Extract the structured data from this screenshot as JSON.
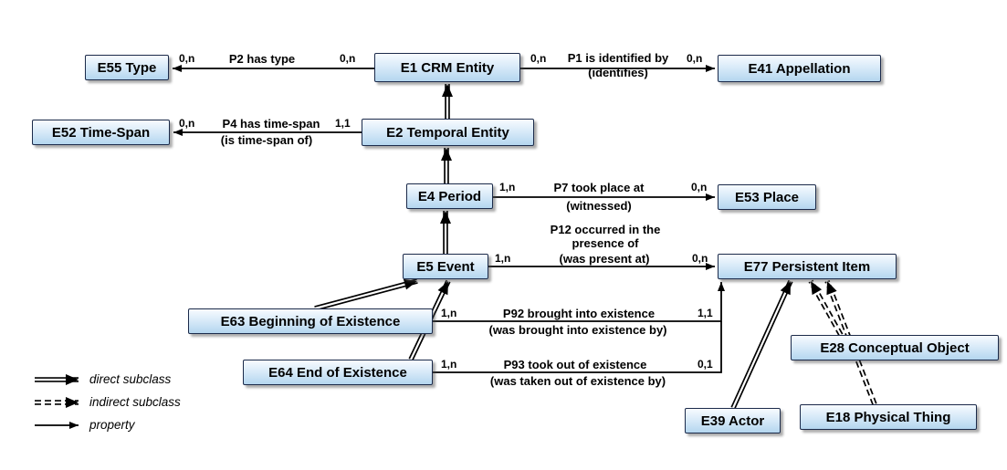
{
  "diagram": {
    "nodes": {
      "e1": {
        "label": "E1 CRM Entity"
      },
      "e2": {
        "label": "E2 Temporal Entity"
      },
      "e4": {
        "label": "E4 Period"
      },
      "e5": {
        "label": "E5 Event"
      },
      "e18": {
        "label": "E18 Physical Thing"
      },
      "e28": {
        "label": "E28 Conceptual Object"
      },
      "e39": {
        "label": "E39 Actor"
      },
      "e41": {
        "label": "E41 Appellation"
      },
      "e52": {
        "label": "E52 Time-Span"
      },
      "e53": {
        "label": "E53 Place"
      },
      "e55": {
        "label": "E55 Type"
      },
      "e63": {
        "label": "E63 Beginning of Existence"
      },
      "e64": {
        "label": "E64 End of Existence"
      },
      "e77": {
        "label": "E77 Persistent Item"
      }
    },
    "properties": {
      "p1": {
        "label": "P1 is identified by",
        "inverse": "(identifies)",
        "from": "E1 CRM Entity",
        "to": "E41 Appellation",
        "card_from": "0,n",
        "card_to": "0,n"
      },
      "p2": {
        "label": "P2 has type",
        "from": "E1 CRM Entity",
        "to": "E55 Type",
        "card_from": "0,n",
        "card_to": "0,n"
      },
      "p4": {
        "label": "P4 has time-span",
        "inverse": "(is time-span of)",
        "from": "E2 Temporal Entity",
        "to": "E52 Time-Span",
        "card_from": "1,1",
        "card_to": "0,n"
      },
      "p7": {
        "label": "P7 took place at",
        "inverse": "(witnessed)",
        "from": "E4 Period",
        "to": "E53 Place",
        "card_from": "1,n",
        "card_to": "0,n"
      },
      "p12": {
        "label": "P12 occurred in the presence of",
        "inverse": "(was present at)",
        "from": "E5 Event",
        "to": "E77 Persistent Item",
        "card_from": "1,n",
        "card_to": "0,n"
      },
      "p92": {
        "label": "P92 brought into existence",
        "inverse": "(was brought into existence by)",
        "from": "E63 Beginning of Existence",
        "to": "E77 Persistent Item",
        "card_from": "1,n",
        "card_to": "1,1"
      },
      "p93": {
        "label": "P93 took out of existence",
        "inverse": "(was taken out of existence by)",
        "from": "E64 End of Existence",
        "to": "E77 Persistent Item",
        "card_from": "1,n",
        "card_to": "0,1"
      }
    },
    "subclass_edges": [
      {
        "type": "direct",
        "from": "E2 Temporal Entity",
        "to": "E1 CRM Entity"
      },
      {
        "type": "direct",
        "from": "E4 Period",
        "to": "E2 Temporal Entity"
      },
      {
        "type": "direct",
        "from": "E5 Event",
        "to": "E4 Period"
      },
      {
        "type": "direct",
        "from": "E63 Beginning of Existence",
        "to": "E5 Event"
      },
      {
        "type": "direct",
        "from": "E64 End of Existence",
        "to": "E5 Event"
      },
      {
        "type": "direct",
        "from": "E39 Actor",
        "to": "E77 Persistent Item"
      },
      {
        "type": "indirect",
        "from": "E28 Conceptual Object",
        "to": "E77 Persistent Item"
      },
      {
        "type": "indirect",
        "from": "E18 Physical Thing",
        "to": "E77 Persistent Item"
      }
    ],
    "legend": {
      "direct": "direct subclass",
      "indirect": "indirect subclass",
      "property": "property"
    },
    "colors": {
      "node_fill_top": "#f7fbff",
      "node_fill_bottom": "#b4d6ef",
      "node_border": "#1b2a4a",
      "line": "#000000"
    }
  }
}
